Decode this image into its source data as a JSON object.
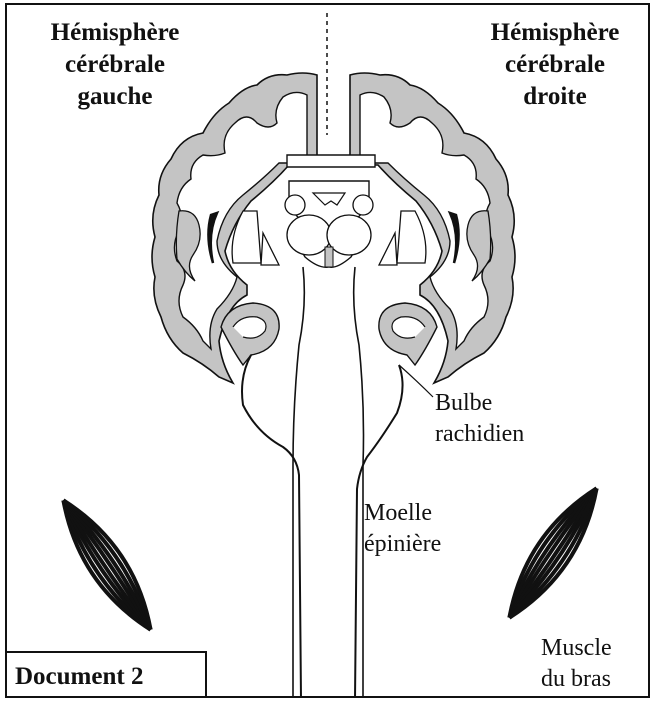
{
  "labels": {
    "left_hemisphere_line1": "Hémisphère",
    "left_hemisphere_line2": "cérébrale",
    "left_hemisphere_line3": "gauche",
    "right_hemisphere_line1": "Hémisphère",
    "right_hemisphere_line2": "cérébrale",
    "right_hemisphere_line3": "droite",
    "bulbe_line1": "Bulbe",
    "bulbe_line2": "rachidien",
    "moelle_line1": "Moelle",
    "moelle_line2": "épinière",
    "muscle_line1": "Muscle",
    "muscle_line2": "du bras",
    "document": "Document 2"
  },
  "colors": {
    "cortex_gray": "#c4c4c4",
    "line": "#111111",
    "background": "#ffffff"
  }
}
